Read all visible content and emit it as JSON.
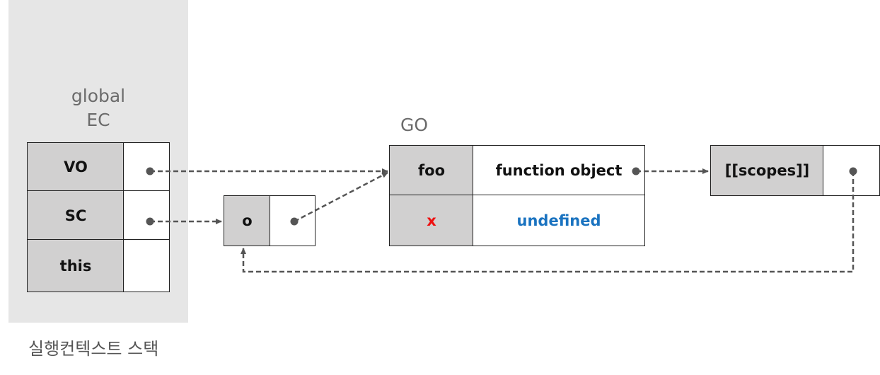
{
  "execution_stack": {
    "title_line1": "global",
    "title_line2": "EC",
    "caption": "실행컨텍스트 스택",
    "rows": [
      {
        "label": "VO"
      },
      {
        "label": "SC"
      },
      {
        "label": "this"
      }
    ]
  },
  "scope_chain_obj": {
    "label": "o"
  },
  "global_object": {
    "title": "GO",
    "rows": [
      {
        "key": "foo",
        "value": "function object"
      },
      {
        "key": "x",
        "value": "undefined"
      }
    ]
  },
  "function_object": {
    "label": "[[scopes]]"
  },
  "colors": {
    "stack_bg": "#e6e6e6",
    "key_cell": "#d1d0d0",
    "link": "#555555",
    "x_key": "#ee1111",
    "undefined_value": "#1a73c0"
  }
}
